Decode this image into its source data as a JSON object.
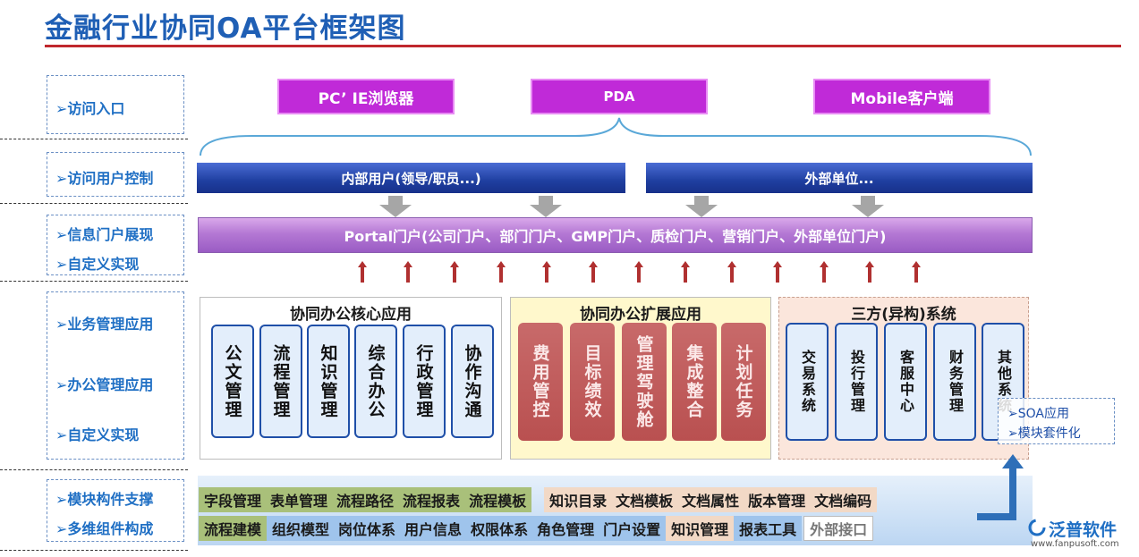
{
  "title": "金融行业协同OA平台框架图",
  "sidebar": {
    "access_entry": "➢访问入口",
    "access_control": "➢访问用户控制",
    "portal_display": "➢信息门户展现",
    "custom_impl_1": "➢自定义实现",
    "business_mgmt": "➢业务管理应用",
    "office_mgmt": "➢办公管理应用",
    "custom_impl_2": "➢自定义实现",
    "module_support": "➢模块构件支撑",
    "multi_component": "➢多维组件构成"
  },
  "access": {
    "pc": "PC’ IE浏览器",
    "pda": "PDA",
    "mobile": "Mobile客户端"
  },
  "users": {
    "internal": "内部用户(领导/职员...)",
    "external": "外部单位..."
  },
  "portal": "Portal门户(公司门户、部门门户、GMP门户、质检门户、营销门户、外部单位门户)",
  "core": {
    "title": "协同办公核心应用",
    "items": [
      "公文管理",
      "流程管理",
      "知识管理",
      "综合办公",
      "行政管理",
      "协作沟通"
    ]
  },
  "extended": {
    "title": "协同办公扩展应用",
    "items": [
      "费用管控",
      "目标绩效",
      "管理驾驶舱",
      "集成整合",
      "计划任务"
    ]
  },
  "third": {
    "title": "三方(异构)系统",
    "items": [
      "交易系统",
      "投行管理",
      "客服中心",
      "财务管理",
      "其他系统"
    ]
  },
  "soa": {
    "line1": "➢SOA应用",
    "line2": "➢模块套件化"
  },
  "modules": {
    "row1_left": [
      "字段管理",
      "表单管理",
      "流程路径",
      "流程报表",
      "流程模板"
    ],
    "row1_right": [
      "知识目录",
      "文档模板",
      "文档属性",
      "版本管理",
      "文档编码"
    ],
    "row2_green": [
      "流程建模"
    ],
    "row2_blue": [
      "组织模型",
      "岗位体系",
      "用户信息",
      "权限体系",
      "角色管理",
      "门户设置"
    ],
    "row2_peach": [
      "知识管理"
    ],
    "row2_blue2": [
      "报表工具"
    ],
    "row2_grey": [
      "外部接口"
    ]
  },
  "logo": {
    "name": "泛普软件",
    "url": "www.fanpusoft.com"
  },
  "colors": {
    "title_blue": "#1f5fb5",
    "access_magenta": "#c02ad8",
    "user_blue": "#1f3fa0",
    "portal_purple": "#b478d4",
    "ext_red": "#b95050",
    "module_green": "#a9c07a",
    "module_peach": "#f2d9c6",
    "module_blue": "#9fc4ec"
  }
}
